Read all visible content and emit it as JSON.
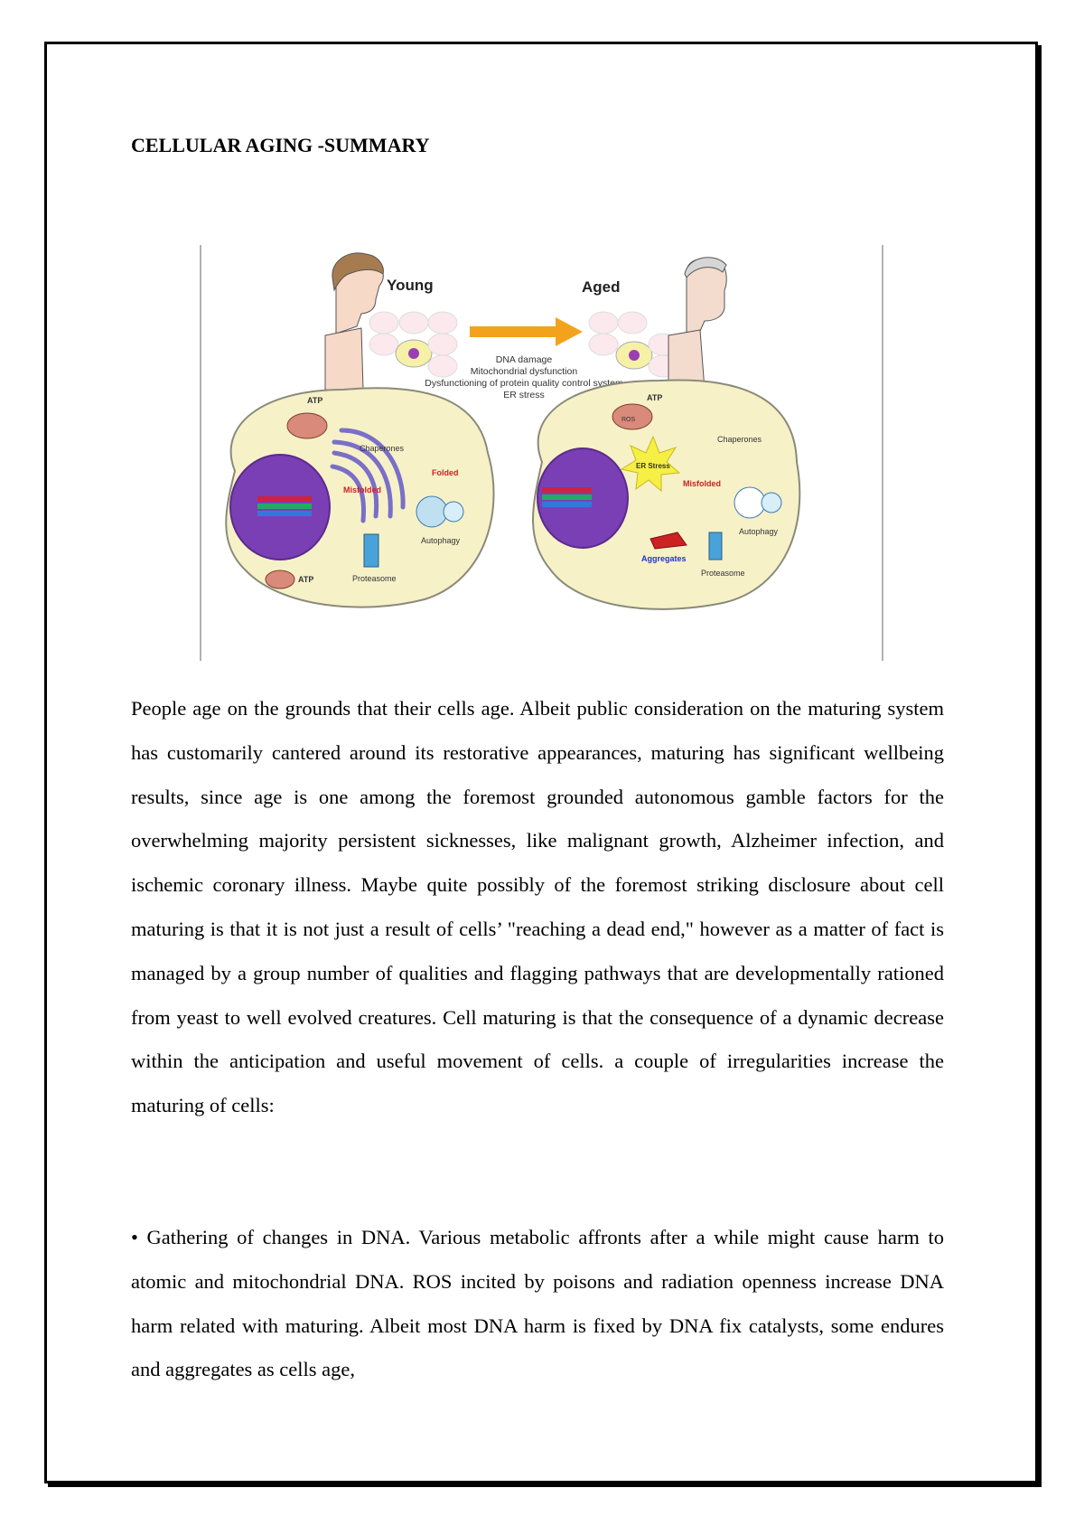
{
  "document": {
    "title": "CELLULAR AGING -SUMMARY",
    "paragraph_1": "People age on the grounds that their cells age. Albeit public consideration on the maturing system has customarily cantered around its restorative appearances, maturing has significant wellbeing results, since age is one among the foremost grounded autonomous gamble factors for the overwhelming majority persistent sicknesses, like malignant growth, Alzheimer infection, and ischemic coronary illness. Maybe quite possibly of the foremost striking disclosure about cell maturing is that it is not just a result of cells’ \"reaching a dead end,\" however as a matter of fact is managed by a group number of qualities and flagging pathways that are developmentally rationed from yeast to well evolved creatures. Cell maturing is that the consequence of a dynamic decrease within the anticipation and useful movement of cells. a couple of irregularities increase the maturing of cells:",
    "bullet_1": "• Gathering of changes in DNA. Various metabolic affronts after a while might cause harm to atomic and mitochondrial DNA. ROS incited by poisons and radiation openness increase DNA harm related with maturing. Albeit most DNA harm is fixed by DNA fix catalysts, some endures and aggregates as cells age,"
  },
  "figure": {
    "young_label": "Young",
    "aged_label": "Aged",
    "causes": [
      "DNA damage",
      "Mitochondrial dysfunction",
      "Dysfunctioning of protein quality control system",
      "ER stress"
    ],
    "young_cell": {
      "atp_top": "ATP",
      "atp_bottom": "ATP",
      "chaperones": "Chaperones",
      "folded": "Folded",
      "misfolded": "Misfolded",
      "autophagy": "Autophagy",
      "proteasome": "Proteasome"
    },
    "aged_cell": {
      "atp_top": "ATP",
      "ros": "ROS",
      "er_stress": "ER Stress",
      "chaperones": "Chaperones",
      "misfolded": "Misfolded",
      "autophagy": "Autophagy",
      "aggregates": "Aggregates",
      "proteasome": "Proteasome"
    },
    "colors": {
      "cell_fill": "#f7f1c8",
      "cell_stroke": "#8a8a7a",
      "nucleus": "#7a3fb5",
      "arrow": "#f2a31b",
      "red_label": "#cc2222",
      "blue_label": "#2233cc"
    }
  }
}
